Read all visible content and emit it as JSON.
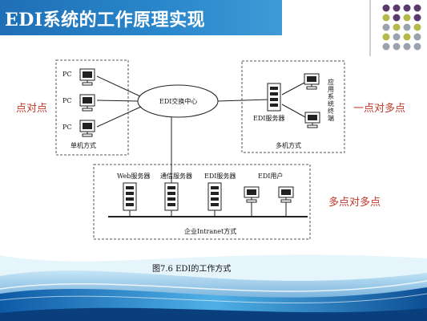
{
  "header": {
    "title": "EDI系统的工作原理实现"
  },
  "side_labels": {
    "left": "点对点",
    "right_top": "一点对多点",
    "right_bottom": "多点对多点"
  },
  "diagram": {
    "center_hub": "EDI交换中心",
    "pc_label": "PC",
    "single_machine": "单机方式",
    "edi_server_top": "EDI服务器",
    "terminal_vertical": "应用系统终端",
    "multi_machine": "多机方式",
    "web_server": "Web服务器",
    "comm_server": "通信服务器",
    "edi_server_bottom": "EDI服务器",
    "edi_user": "EDI用户",
    "intranet": "企业Intranet方式"
  },
  "caption": "图7.6 EDI的工作方式",
  "colors": {
    "header_blue": "#2a88cc",
    "label_red": "#c0392b",
    "dot_purple": "#5b3a6e",
    "dot_olive": "#b5b84a",
    "dot_grey": "#9aa3ad"
  }
}
